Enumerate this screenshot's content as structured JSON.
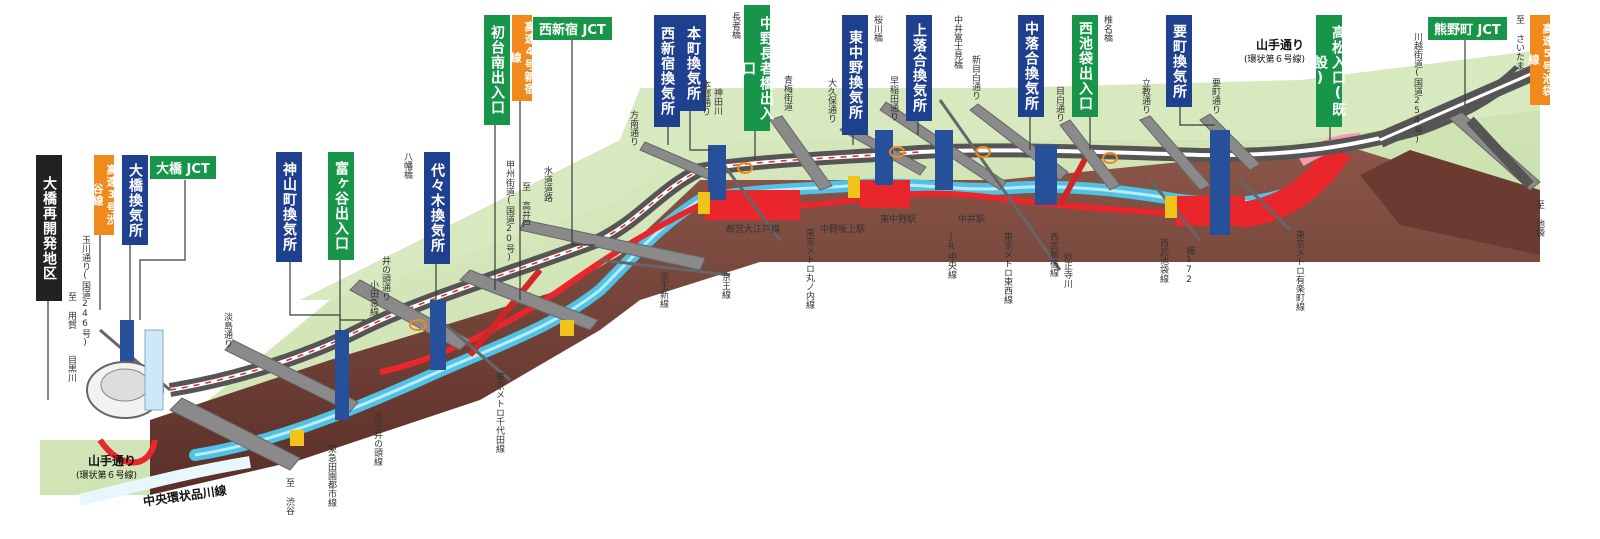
{
  "connectors": {
    "ohashi_redev": "大橋再開発地区",
    "ohashi_jct": "大橋 JCT",
    "ohashi_vent": "大橋換気所",
    "shuto3": "高速3号渋谷線",
    "kamiyama_vent": "神山町換気所",
    "tomigaya": "富ヶ谷出入口",
    "yoyogi_vent": "代々木換気所",
    "hatsudai": "初台南出入口",
    "shuto4": "高速4号新宿線",
    "nishishinjuku_jct": "西新宿 JCT",
    "nishishinjuku_vent": "西新宿換気所",
    "honmachi_vent": "本町換気所",
    "nakano_chojabashi": "中野長者橋出入口",
    "higashinakano_vent": "東中野換気所",
    "kamiochiai_vent": "上落合換気所",
    "nakaochiai_vent": "中落合換気所",
    "nishiikebukuro": "西池袋出入口",
    "kanamecho_vent": "要町換気所",
    "takamatsu": "高松入口(既設)",
    "kumanocho_jct": "熊野町 JCT",
    "shuto5": "高速5号池袋線"
  },
  "roads": {
    "yamate_top": "山手通り",
    "yamate_top_sub": "(環状第６号線)",
    "yamate_bottom": "山手通り",
    "yamate_bottom_sub": "(環状第６号線)",
    "central_circular": "中央環状品川線"
  },
  "labels": {
    "tamagawa": "玉川通り(国道246号)",
    "to_yoga": "至 用賀",
    "meguro": "目黒川",
    "awashima": "淡島通り",
    "to_shibuya": "至 渋谷",
    "tokyu": "東急田園都市線",
    "keio_inokashira": "京王井の頭線",
    "inokashira_dori": "井の頭通り",
    "odakyu": "小田急線",
    "hachiman": "八幡橋",
    "chiyoda": "東京メトロ千代田線",
    "koshu": "甲州街道(国道20号)",
    "to_takaido": "至 高井戸",
    "suido": "水道道路",
    "keio_new": "京王新線",
    "keio": "京王線",
    "hoshida": "方南通り",
    "chojabashi": "長者橋",
    "kandagawa": "神田川",
    "honmachi_dori": "本郷通り",
    "oedo": "都営大江戸線",
    "ome": "青梅街道",
    "marunouchi": "東京メトロ丸ノ内線",
    "nakanosakaue": "中野坂上駅",
    "okubo": "大久保通り",
    "higashinakano": "東中野駅",
    "sakuragawa": "桜川橋",
    "wasedadori": "早稲田通り",
    "jr_chuo": "JR中央線",
    "nakai_fuji": "中井富士見橋",
    "shinmejiro": "新目白通り",
    "tozai": "東京メトロ東西線",
    "nakai": "中井駅",
    "seibu_shinjuku": "西武新宿線",
    "myoshoji": "妙正寺川",
    "mejiro": "目白通り",
    "shiina": "椎名橋",
    "rikkyo": "立教通り",
    "seibu_ike": "西武池袋線",
    "r172": "補172",
    "kaname_dori": "要町通り",
    "yurakucho": "東京メトロ有楽町線",
    "kawagoe": "川越街道(国道254号)",
    "to_saitama": "至 さいたま",
    "to_ikebukuro": "至 池袋"
  },
  "colors": {
    "navy": "#1f3f8f",
    "green": "#17964a",
    "orange": "#f08a1c",
    "tunnel_blue": "#4fc3e6",
    "tunnel_red": "#e8262b",
    "ground_green": "#cfe2b0",
    "earth": "#7a4a3e"
  }
}
